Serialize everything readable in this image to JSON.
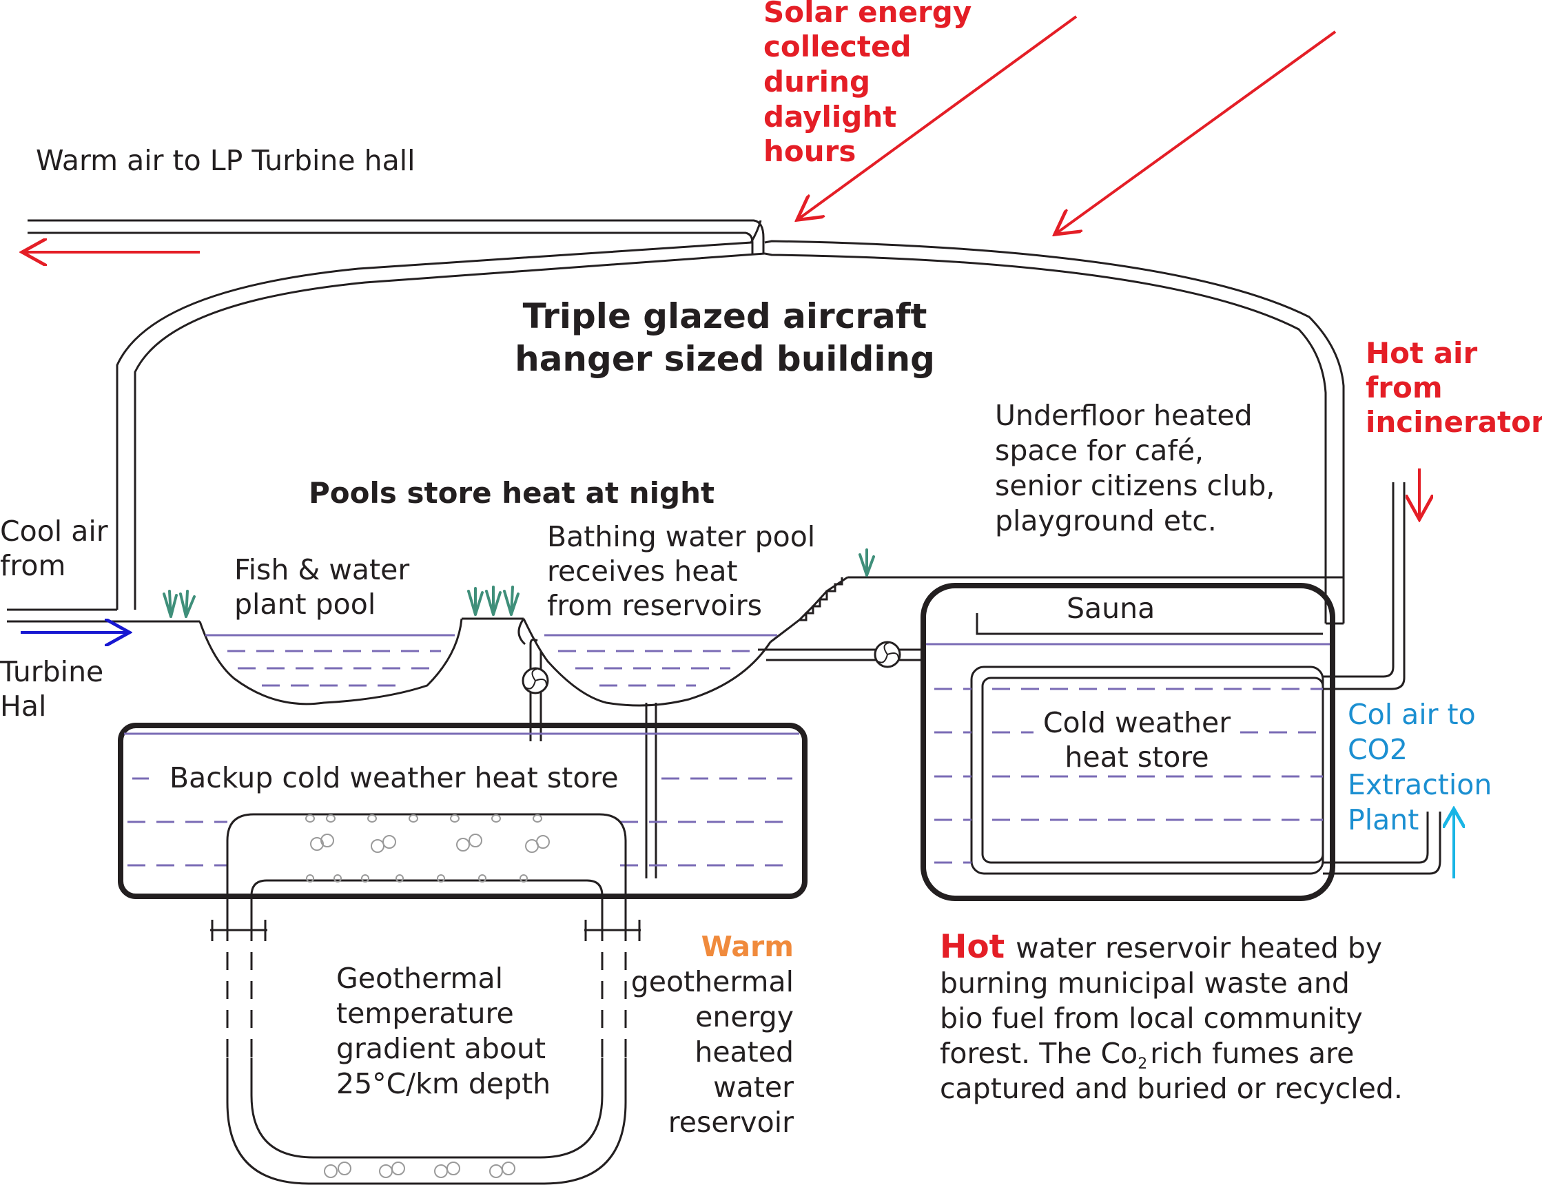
{
  "building": {
    "title_line1": "Triple glazed aircraft",
    "title_line2": "hanger sized building"
  },
  "labels": {
    "warm_air": "Warm air to LP Turbine hall",
    "solar": [
      "Solar energy",
      "collected",
      "during",
      "daylight",
      "hours"
    ],
    "hot_air": [
      "Hot air",
      "from",
      "incinerator"
    ],
    "underfloor": [
      "Underfloor heated",
      "space for café,",
      "senior citizens club,",
      "playground etc."
    ],
    "pools_store": "Pools store heat at night",
    "cool_air": [
      "Cool air",
      "from"
    ],
    "turbine": [
      "Turbine",
      "Hal"
    ],
    "fish_pool": [
      "Fish & water",
      "plant pool"
    ],
    "bathing_pool": [
      "Bathing water pool",
      "receives heat",
      "from reservoirs"
    ],
    "sauna": "Sauna",
    "backup_store": "Backup cold weather heat store",
    "cold_store": [
      "Cold weather",
      "heat store"
    ],
    "col_air": [
      "Col air to",
      "CO2",
      "Extraction",
      "Plant"
    ],
    "geothermal_gradient": [
      "Geothermal",
      "temperature",
      "gradient about",
      "25°C/km depth"
    ],
    "warm_word": "Warm",
    "warm_reservoir": [
      "geothermal",
      "energy",
      "heated",
      "water",
      "reservoir"
    ],
    "hot_word": "Hot",
    "hot_reservoir_1": "water reservoir heated by",
    "hot_reservoir_2": "burning municipal waste and",
    "hot_reservoir_3": "bio fuel from local community",
    "hot_reservoir_4a": "forest. The Co",
    "hot_reservoir_4sub": "2",
    "hot_reservoir_4b": "rich fumes are",
    "hot_reservoir_5": "captured and buried or recycled."
  },
  "colors": {
    "red": "#e41e26",
    "blue": "#1717d1",
    "cyan": "#19b5e5",
    "orange": "#f08a3c",
    "water": "#7a6bb5",
    "plant": "#3f8f7a"
  }
}
